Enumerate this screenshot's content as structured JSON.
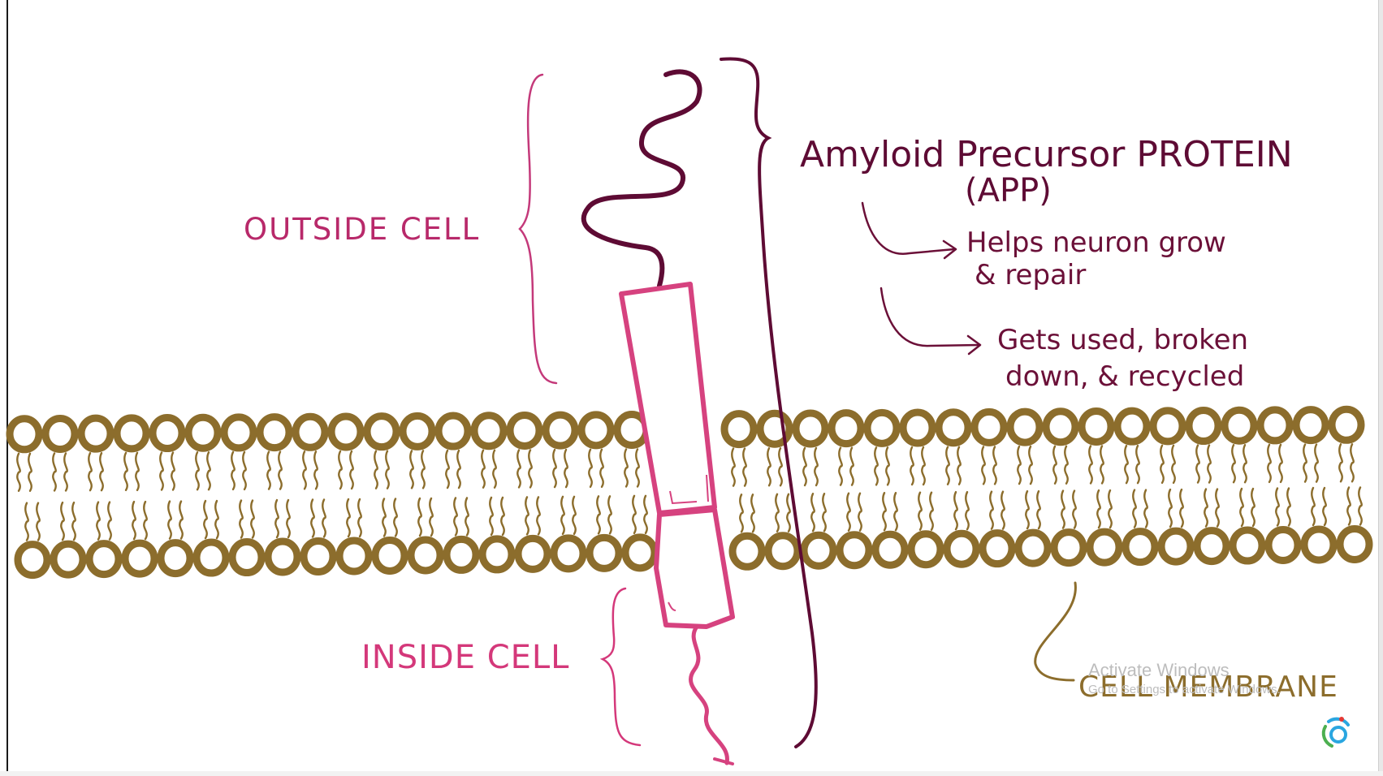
{
  "labels": {
    "outside_cell": "OUTSIDE CELL",
    "inside_cell": "INSIDE CELL",
    "cell_membrane": "CELL MEMBRANE",
    "protein_name": "Amyloid Precursor PROTEIN",
    "protein_abbrev": "(APP)",
    "function_1_line1": "Helps neuron grow",
    "function_1_line2": "& repair",
    "function_2_line1": "Gets used, broken",
    "function_2_line2": "down, & recycled"
  },
  "watermark": {
    "title": "Activate Windows",
    "subtitle": "Go to Settings to activate Windows."
  },
  "icons": {
    "corner_logo": "refresh-logo-icon",
    "flow_arrow": "curved-arrow-icon",
    "brace": "curly-brace-icon"
  },
  "colors": {
    "membrane": "#8c6d2c",
    "outside_label": "#b8296a",
    "inside_label": "#d4387a",
    "protein_dark": "#5e0b34",
    "protein_light": "#d6427f",
    "annotation": "#6b1038",
    "background": "#ffffff"
  }
}
